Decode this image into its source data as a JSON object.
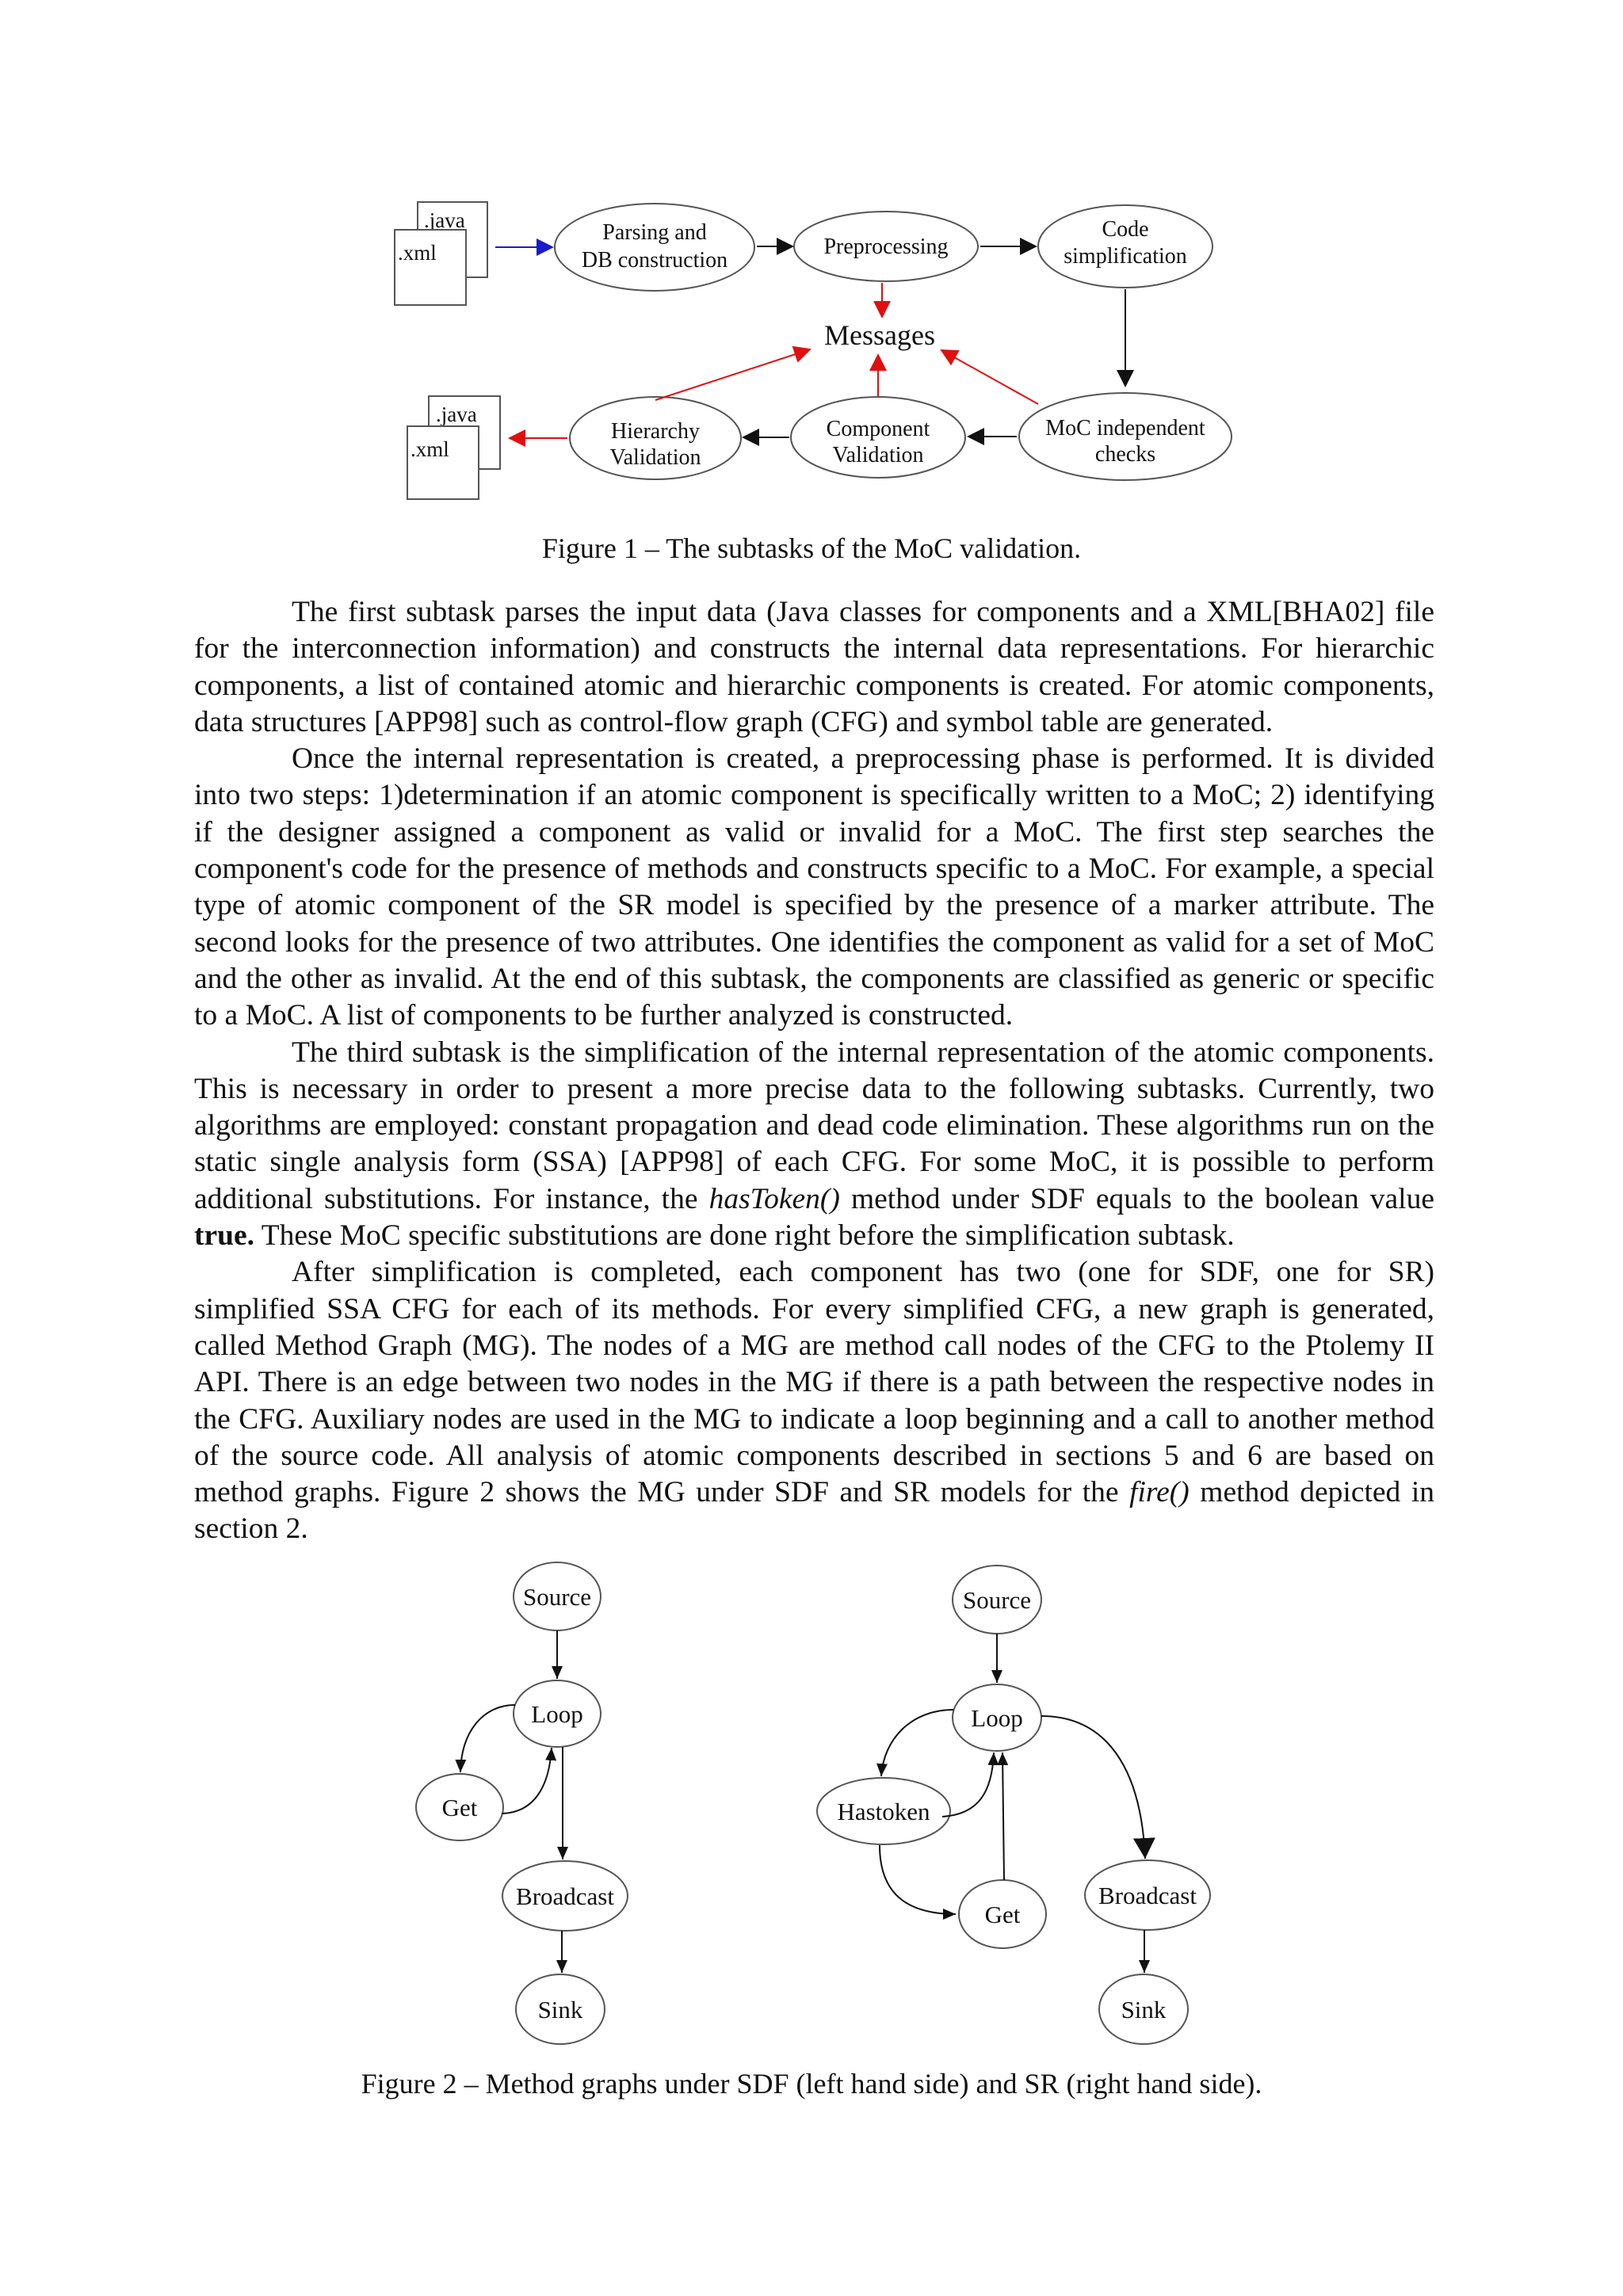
{
  "figure1": {
    "files_in": {
      "java": ".java",
      "xml": ".xml"
    },
    "files_out": {
      "java": ".java",
      "xml": ".xml"
    },
    "parsing": [
      "Parsing and",
      "DB construction"
    ],
    "preprocessing": "Preprocessing",
    "code_simplification": [
      "Code",
      "simplification"
    ],
    "messages": "Messages",
    "hierarchy_validation": [
      "Hierarchy",
      "Validation"
    ],
    "component_validation": [
      "Component",
      "Validation"
    ],
    "moc_checks": [
      "MoC independent",
      "checks"
    ],
    "caption": "Figure 1 – The subtasks of the MoC validation."
  },
  "paragraphs": {
    "p1": "The first subtask parses the input data (Java classes for components and a XML[BHA02] file for the interconnection information) and constructs the internal data representations. For hierarchic components, a list of contained atomic and hierarchic components is created. For atomic components, data structures [APP98] such as control-flow graph (CFG) and symbol table are generated.",
    "p2": "Once the internal representation is created, a preprocessing phase is performed. It is divided into two steps: 1)determination if an atomic component is specifically written to a MoC; 2) identifying if the designer assigned a component as valid or invalid for a MoC. The first step searches the component's code for the presence of methods and constructs specific to a MoC. For example, a special type of atomic component of the SR model is specified by the presence of a marker attribute. The second looks for the presence of two attributes. One identifies the component as valid for a set of MoC and the other as invalid. At the end of this subtask, the components are classified as generic or specific to a MoC. A list of components to be further analyzed is constructed.",
    "p3_a": "The third subtask is the simplification of the internal representation of the atomic components. This is necessary in order to present a more precise data to the following subtasks. Currently, two algorithms are employed: constant propagation and dead code elimination. These algorithms run on the static single analysis form (SSA) [APP98] of each CFG. For some MoC, it is possible to perform additional substitutions. For instance, the ",
    "p3_code": "hasToken()",
    "p3_b": " method under SDF equals to the boolean value ",
    "p3_bold": "true.",
    "p3_c": " These MoC specific substitutions are done right before the simplification subtask.",
    "p4_a": "After simplification is completed, each component has two (one for SDF, one for SR) simplified SSA CFG for each of its methods. For every simplified CFG, a new graph is generated, called Method Graph (MG). The nodes of a MG are method call nodes of the CFG to the Ptolemy II API. There is an edge between two nodes in the MG if there is a path between the respective nodes in the CFG. Auxiliary nodes are used in the MG to indicate a loop beginning and a call to another method of the source code. All analysis of atomic components described in sections 5 and 6 are based on method graphs. Figure 2 shows the MG under SDF and SR models for the ",
    "p4_code": "fire()",
    "p4_b": " method depicted in section 2."
  },
  "figure2": {
    "sdf": {
      "source": "Source",
      "loop": "Loop",
      "get": "Get",
      "broadcast": "Broadcast",
      "sink": "Sink"
    },
    "sr": {
      "source": "Source",
      "loop": "Loop",
      "hastoken": "Hastoken",
      "get": "Get",
      "broadcast": "Broadcast",
      "sink": "Sink"
    },
    "caption": "Figure 2 – Method graphs under SDF (left hand side) and SR (right hand side)."
  },
  "colors": {
    "input_arrow": "#1a1acc",
    "message_arrow": "#e01010",
    "edge": "#111111",
    "node_stroke": "#555555"
  }
}
